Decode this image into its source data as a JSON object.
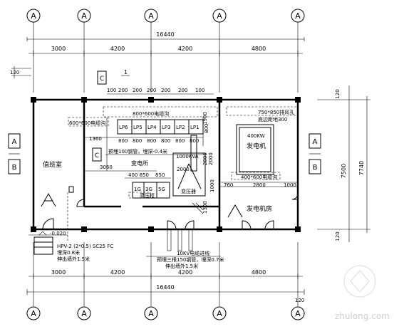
{
  "axis_bubbles": {
    "top": [
      "A",
      "A",
      "A",
      "A",
      "A"
    ],
    "bottom": [
      "A",
      "A",
      "A",
      "A",
      "A"
    ],
    "left": [
      "A",
      "B"
    ],
    "right": [
      "A",
      "B"
    ],
    "section": [
      "C",
      "C"
    ]
  },
  "dims": {
    "total_top": "16440",
    "total_bottom": "16440",
    "spans_top": [
      "3000",
      "4200",
      "4200",
      "4800"
    ],
    "spans_bottom": [
      "3000",
      "4200",
      "4200",
      "4800"
    ],
    "offset_top": "120",
    "offset_bottom": "120",
    "right_total": "7740",
    "right_span": "7500",
    "right_off_top": "120",
    "right_off_bottom": "120",
    "panel_widths": [
      "800",
      "800",
      "800",
      "800",
      "800",
      "800"
    ],
    "d1360": "1360",
    "d3060": "3060",
    "d400_850": "400 850",
    "d850": "850",
    "d2000": "2000",
    "d760": "760",
    "d2800": "2800",
    "d1000": "1000",
    "d1300": "1300",
    "d1900": "1900",
    "d800": "800",
    "d100s": [
      "100",
      "200",
      "200",
      "200",
      "200",
      "200",
      "100"
    ],
    "d800b": "800"
  },
  "labels": {
    "cable_trench_1": "800*600电缆沟",
    "cable_trench_2": "600*600电缆沟",
    "cable_trench_3": "400*600电缆沟",
    "vent_hole": "750*850排风孔",
    "vent_bottom": "底边距地300",
    "embed_steel": "预埋100钢管，埋深-0.4米",
    "duty_room": "值班室",
    "substation": "变电所",
    "generator": "发电机",
    "gen_kw": "400KW",
    "generator_room": "发电机房",
    "transformer": "变压器",
    "transformer_cap": "1000KVA",
    "hv_cabinet": "高压柜",
    "panels": [
      "LP6",
      "LP5",
      "LP4",
      "LP3",
      "LP2",
      "LP1"
    ],
    "hv_units": [
      "1G",
      "3G",
      "5G"
    ],
    "elev": "-0.020",
    "cable_a": "HPV-2 (2*0.5) SC25 FC",
    "cable_a2": "埋深0.8米",
    "cable_a3": "伸出墙外1.5米",
    "cable_b": "10KV电缆进线",
    "cable_b2": "预埋三根150钢管，埋深0.7米",
    "cable_b3": "伸出墙外1.5米",
    "mark1": "1",
    "watermark": "zhulong.com"
  }
}
